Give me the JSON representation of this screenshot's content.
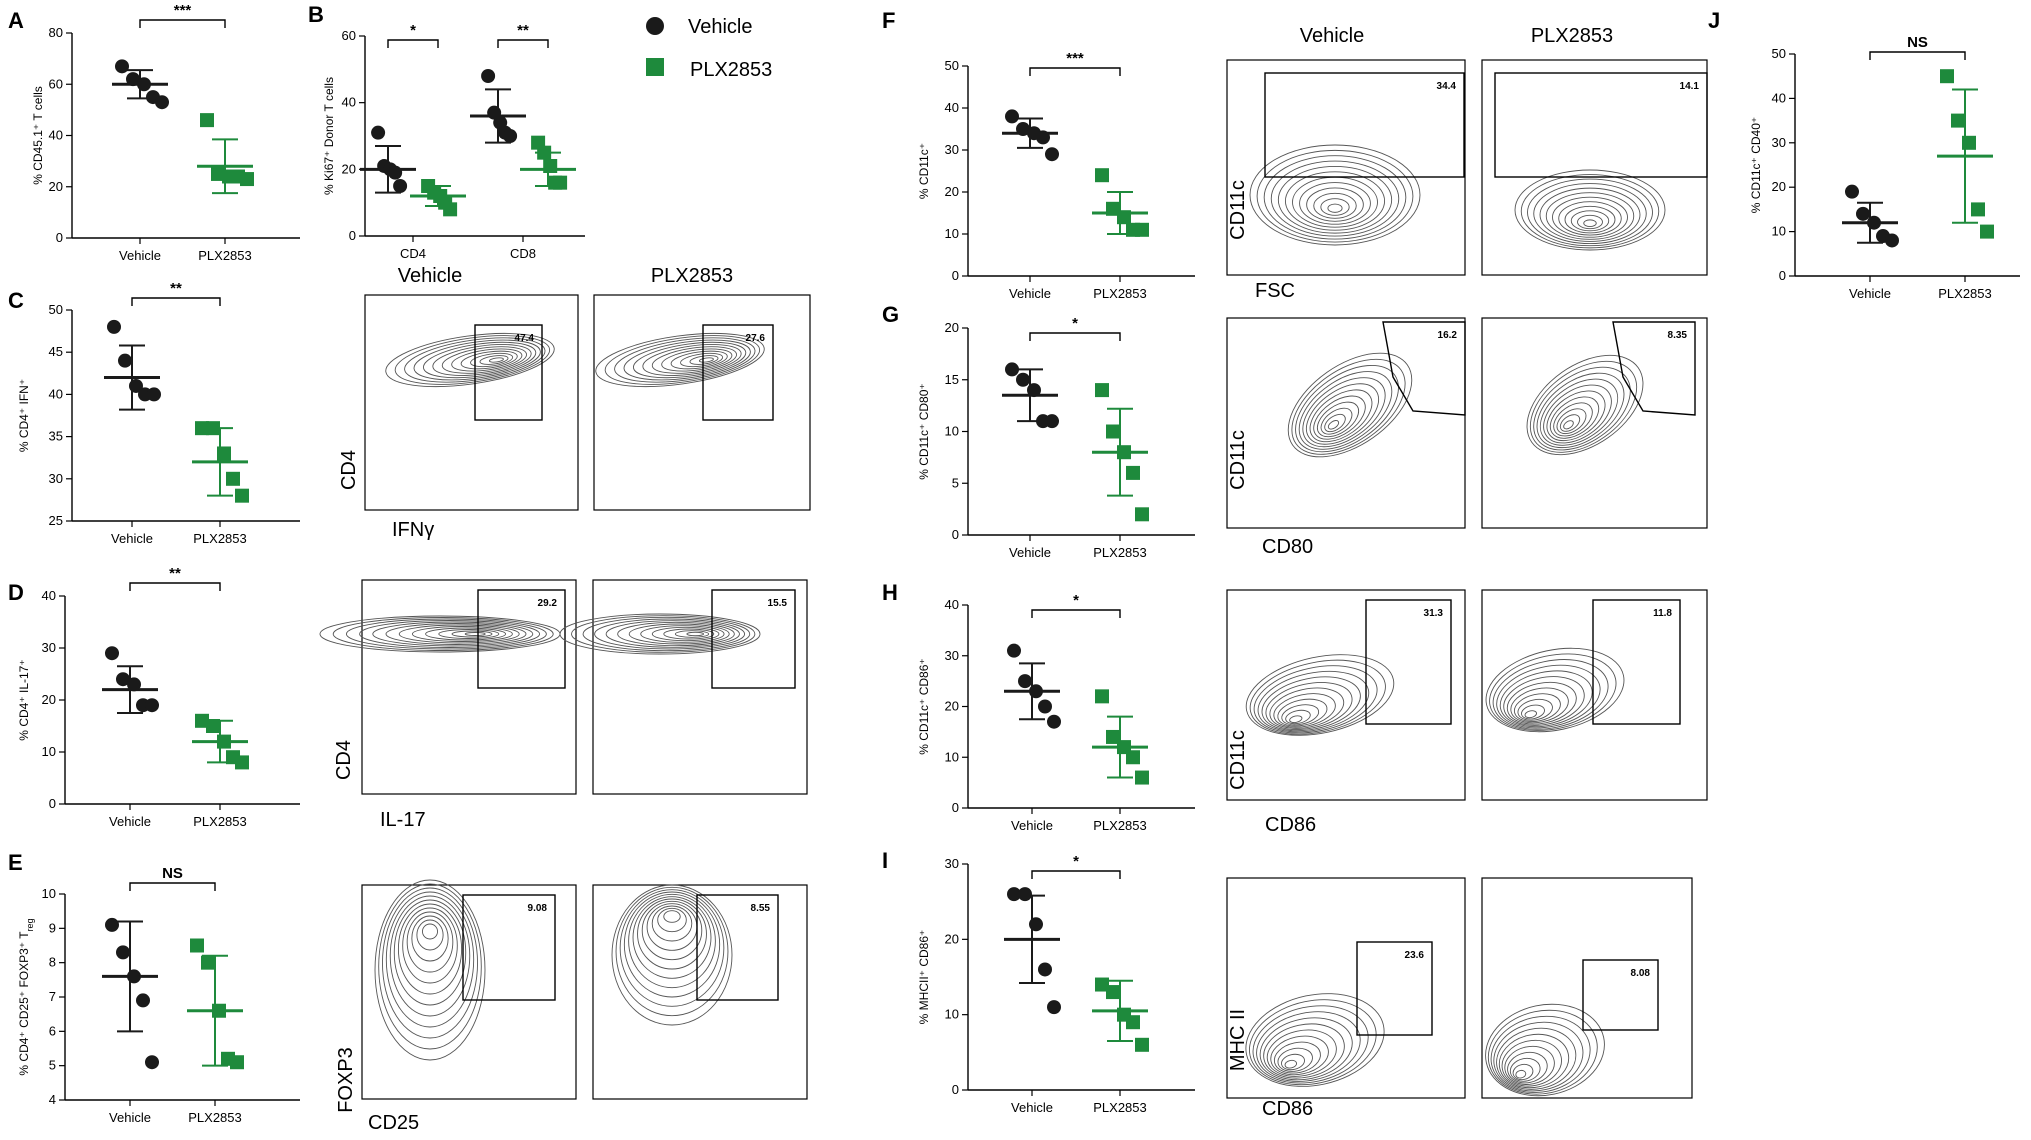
{
  "colors": {
    "vehicle": "#1a1a1a",
    "plx": "#1e8a3c"
  },
  "legend": {
    "vehicle": "Vehicle",
    "plx": "PLX2853"
  },
  "chart_data": [
    {
      "id": "A",
      "type": "scatter",
      "ylabel": "% CD45.1⁺ T cells",
      "ylim": [
        0,
        80
      ],
      "yticks": [
        0,
        20,
        40,
        60,
        80
      ],
      "categories": [
        "Vehicle",
        "PLX2853"
      ],
      "sig": "***",
      "series": [
        {
          "name": "Vehicle",
          "values": [
            67,
            62,
            60,
            55,
            53
          ],
          "mean": 60,
          "sd": 5.5
        },
        {
          "name": "PLX2853",
          "values": [
            46,
            25,
            24,
            24,
            23
          ],
          "mean": 28,
          "sd": 10.5
        }
      ]
    },
    {
      "id": "B",
      "type": "scatter",
      "ylabel": "% Ki67⁺ Donor T cells",
      "ylim": [
        0,
        60
      ],
      "yticks": [
        0,
        20,
        40,
        60
      ],
      "categories": [
        "CD4",
        "CD8"
      ],
      "sig": [
        "*",
        "**"
      ],
      "groups": [
        {
          "category": "CD4",
          "series": [
            {
              "name": "Vehicle",
              "values": [
                31,
                21,
                20,
                19,
                15
              ],
              "mean": 20,
              "sd": 7
            },
            {
              "name": "PLX2853",
              "values": [
                15,
                13,
                12,
                10,
                8
              ],
              "mean": 12,
              "sd": 3
            }
          ]
        },
        {
          "category": "CD8",
          "series": [
            {
              "name": "Vehicle",
              "values": [
                48,
                37,
                34,
                31,
                30
              ],
              "mean": 36,
              "sd": 8
            },
            {
              "name": "PLX2853",
              "values": [
                28,
                25,
                21,
                16,
                16
              ],
              "mean": 20,
              "sd": 5
            }
          ]
        }
      ]
    },
    {
      "id": "C",
      "type": "scatter",
      "ylabel": "% CD4⁺ IFN⁺",
      "ylim": [
        25,
        50
      ],
      "yticks": [
        25,
        30,
        35,
        40,
        45,
        50
      ],
      "categories": [
        "Vehicle",
        "PLX2853"
      ],
      "sig": "**",
      "series": [
        {
          "name": "Vehicle",
          "values": [
            48,
            44,
            41,
            40,
            40
          ],
          "mean": 42,
          "sd": 3.8
        },
        {
          "name": "PLX2853",
          "values": [
            36,
            36,
            33,
            30,
            28
          ],
          "mean": 32,
          "sd": 4
        }
      ]
    },
    {
      "id": "D",
      "type": "scatter",
      "ylabel": "% CD4⁺ IL-17⁺",
      "ylim": [
        0,
        40
      ],
      "yticks": [
        0,
        10,
        20,
        30,
        40
      ],
      "categories": [
        "Vehicle",
        "PLX2853"
      ],
      "sig": "**",
      "series": [
        {
          "name": "Vehicle",
          "values": [
            29,
            24,
            23,
            19,
            19
          ],
          "mean": 22,
          "sd": 4.5
        },
        {
          "name": "PLX2853",
          "values": [
            16,
            15,
            12,
            9,
            8
          ],
          "mean": 12,
          "sd": 4
        }
      ]
    },
    {
      "id": "E",
      "type": "scatter",
      "ylabel": "% CD4⁺ CD25⁺ FOXP3⁺ T_reg",
      "ylim": [
        4,
        10
      ],
      "yticks": [
        4,
        5,
        6,
        7,
        8,
        9,
        10
      ],
      "categories": [
        "Vehicle",
        "PLX2853"
      ],
      "sig": "NS",
      "series": [
        {
          "name": "Vehicle",
          "values": [
            9.1,
            8.3,
            7.6,
            6.9,
            5.1
          ],
          "mean": 7.6,
          "sd": 1.6
        },
        {
          "name": "PLX2853",
          "values": [
            8.5,
            8.0,
            6.6,
            5.2,
            5.1
          ],
          "mean": 6.6,
          "sd": 1.6
        }
      ]
    },
    {
      "id": "F",
      "type": "scatter",
      "ylabel": "% CD11c⁺",
      "ylim": [
        0,
        50
      ],
      "yticks": [
        0,
        10,
        20,
        30,
        40,
        50
      ],
      "categories": [
        "Vehicle",
        "PLX2853"
      ],
      "sig": "***",
      "series": [
        {
          "name": "Vehicle",
          "values": [
            38,
            35,
            34,
            33,
            29
          ],
          "mean": 34,
          "sd": 3.5
        },
        {
          "name": "PLX2853",
          "values": [
            24,
            16,
            14,
            11,
            11
          ],
          "mean": 15,
          "sd": 5
        }
      ]
    },
    {
      "id": "G",
      "type": "scatter",
      "ylabel": "% CD11c⁺ CD80⁺",
      "ylim": [
        0,
        20
      ],
      "yticks": [
        0,
        5,
        10,
        15,
        20
      ],
      "categories": [
        "Vehicle",
        "PLX2853"
      ],
      "sig": "*",
      "series": [
        {
          "name": "Vehicle",
          "values": [
            16,
            15,
            14,
            11,
            11
          ],
          "mean": 13.5,
          "sd": 2.5
        },
        {
          "name": "PLX2853",
          "values": [
            14,
            10,
            8,
            6,
            2
          ],
          "mean": 8,
          "sd": 4.2
        }
      ]
    },
    {
      "id": "H",
      "type": "scatter",
      "ylabel": "% CD11c⁺ CD86⁺",
      "ylim": [
        0,
        40
      ],
      "yticks": [
        0,
        10,
        20,
        30,
        40
      ],
      "categories": [
        "Vehicle",
        "PLX2853"
      ],
      "sig": "*",
      "series": [
        {
          "name": "Vehicle",
          "values": [
            31,
            25,
            23,
            20,
            17
          ],
          "mean": 23,
          "sd": 5.5
        },
        {
          "name": "PLX2853",
          "values": [
            22,
            14,
            12,
            10,
            6
          ],
          "mean": 12,
          "sd": 6
        }
      ]
    },
    {
      "id": "I",
      "type": "scatter",
      "ylabel": "% MHCII⁺ CD86⁺",
      "ylim": [
        0,
        30
      ],
      "yticks": [
        0,
        10,
        20,
        30
      ],
      "categories": [
        "Vehicle",
        "PLX2853"
      ],
      "sig": "*",
      "series": [
        {
          "name": "Vehicle",
          "values": [
            26,
            26,
            22,
            16,
            11
          ],
          "mean": 20,
          "sd": 5.8
        },
        {
          "name": "PLX2853",
          "values": [
            14,
            13,
            10,
            9,
            6
          ],
          "mean": 10.5,
          "sd": 4
        }
      ]
    },
    {
      "id": "J",
      "type": "scatter",
      "ylabel": "% CD11c⁺ CD40⁺",
      "ylim": [
        0,
        50
      ],
      "yticks": [
        0,
        10,
        20,
        30,
        40,
        50
      ],
      "categories": [
        "Vehicle",
        "PLX2853"
      ],
      "sig": "NS",
      "series": [
        {
          "name": "Vehicle",
          "values": [
            19,
            14,
            12,
            9,
            8
          ],
          "mean": 12,
          "sd": 4.5
        },
        {
          "name": "PLX2853",
          "values": [
            45,
            35,
            30,
            15,
            10
          ],
          "mean": 27,
          "sd": 15
        }
      ]
    }
  ],
  "flow": {
    "col_titles_left": [
      "Vehicle",
      "PLX2853"
    ],
    "col_titles_right": [
      "Vehicle",
      "PLX2853"
    ],
    "rows": [
      {
        "id": "flowC",
        "y_axis": "CD4",
        "x_axis": "IFNγ",
        "gate_values": [
          "47.4",
          "27.6"
        ]
      },
      {
        "id": "flowD",
        "y_axis": "CD4",
        "x_axis": "IL-17",
        "gate_values": [
          "29.2",
          "15.5"
        ]
      },
      {
        "id": "flowE",
        "y_axis": "FOXP3",
        "x_axis": "CD25",
        "gate_values": [
          "9.08",
          "8.55"
        ]
      },
      {
        "id": "flowF",
        "y_axis": "CD11c",
        "x_axis": "FSC",
        "gate_values": [
          "34.4",
          "14.1"
        ]
      },
      {
        "id": "flowG",
        "y_axis": "CD11c",
        "x_axis": "CD80",
        "gate_values": [
          "16.2",
          "8.35"
        ]
      },
      {
        "id": "flowH",
        "y_axis": "CD11c",
        "x_axis": "CD86",
        "gate_values": [
          "31.3",
          "11.8"
        ]
      },
      {
        "id": "flowI",
        "y_axis": "MHC II",
        "x_axis": "CD86",
        "gate_values": [
          "23.6",
          "8.08"
        ]
      }
    ]
  }
}
